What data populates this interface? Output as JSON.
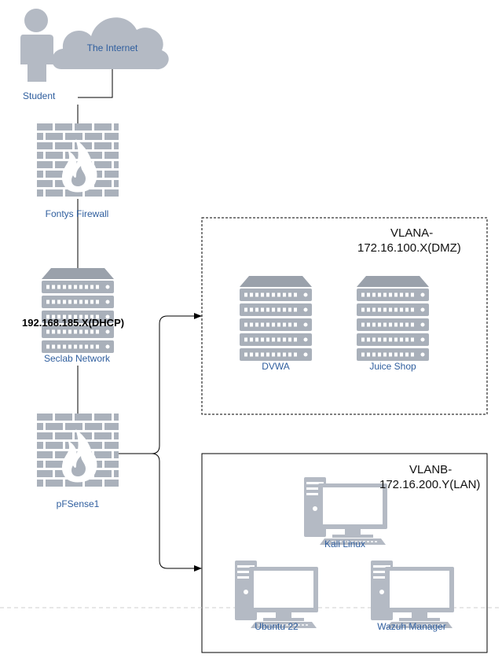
{
  "nodes": {
    "student": {
      "label": "Student"
    },
    "internet": {
      "label": "The Internet"
    },
    "fontys_firewall": {
      "label": "Fontys Firewall"
    },
    "seclab_network": {
      "label": "Seclab Network",
      "ip": "192.168.185.X(DHCP)"
    },
    "pfsense": {
      "label": "pFSense1"
    },
    "dvwa": {
      "label": "DVWA"
    },
    "juice_shop": {
      "label": "Juice Shop"
    },
    "kali": {
      "label": "Kali Linux"
    },
    "ubuntu": {
      "label": "Ubuntu 22"
    },
    "wazuh": {
      "label": "Wazuh Manager"
    }
  },
  "zones": {
    "vlana": {
      "line1": "VLANA-",
      "line2": "172.16.100.X(DMZ)"
    },
    "vlanb": {
      "line1": "VLANB-",
      "line2": "172.16.200.Y(LAN)"
    }
  },
  "colors": {
    "icon_fill": "#b4bac4",
    "icon_dark": "#8e96a3",
    "label_blue": "#2f5e9e",
    "line": "#000000"
  }
}
